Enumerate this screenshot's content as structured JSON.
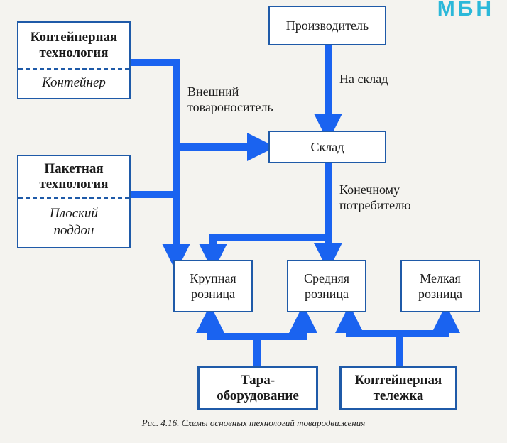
{
  "header": {
    "logo_text": "МБН"
  },
  "nodes": {
    "container_tech": {
      "title": [
        "Контейнерная",
        "технология"
      ],
      "sub": [
        "Контейнер"
      ]
    },
    "package_tech": {
      "title": [
        "Пакетная",
        "технология"
      ],
      "sub": [
        "Плоский",
        "поддон"
      ]
    },
    "producer": {
      "label": "Производитель"
    },
    "warehouse": {
      "label": "Склад"
    },
    "large_retail": {
      "label": [
        "Крупная",
        "розница"
      ]
    },
    "medium_retail": {
      "label": [
        "Средняя",
        "розница"
      ]
    },
    "small_retail": {
      "label": [
        "Мелкая",
        "розница"
      ]
    },
    "tare_equipment": {
      "label": [
        "Тара-",
        "оборудование"
      ]
    },
    "container_cart": {
      "label": [
        "Контейнерная",
        "тележка"
      ]
    }
  },
  "edge_labels": {
    "to_warehouse": "На склад",
    "external_carrier": [
      "Внешний",
      "товароноситель"
    ],
    "to_consumer": [
      "Конечному",
      "потребителю"
    ]
  },
  "colors": {
    "arrow": "#1a63f0",
    "border": "#1f5aa8",
    "accent": "#2bb8d9"
  },
  "caption": "Рис. 4.16. Схемы основных технологий товародвижения"
}
